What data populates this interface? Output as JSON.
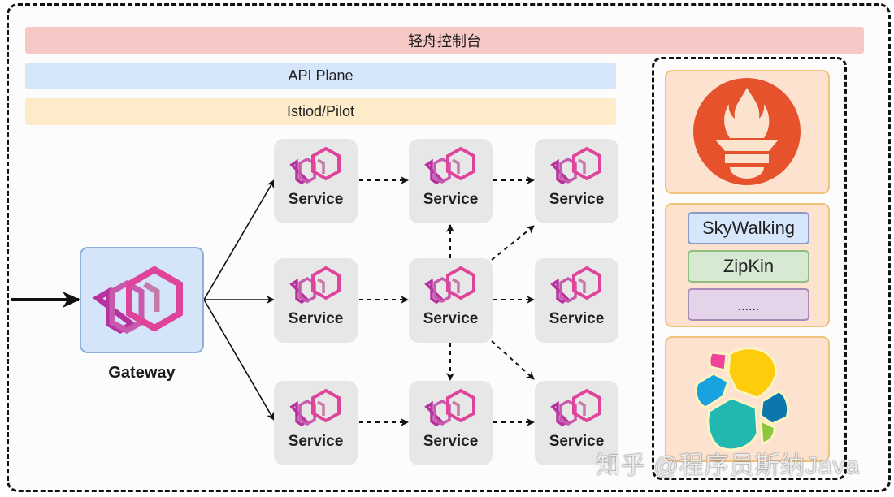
{
  "layers": {
    "console": "轻舟控制台",
    "api_plane": "API Plane",
    "istiod": "Istiod/Pilot"
  },
  "gateway": {
    "label": "Gateway",
    "icon": "envoy-icon"
  },
  "services": [
    {
      "label": "Service",
      "row": 1,
      "col": 1
    },
    {
      "label": "Service",
      "row": 1,
      "col": 2
    },
    {
      "label": "Service",
      "row": 1,
      "col": 3
    },
    {
      "label": "Service",
      "row": 2,
      "col": 1
    },
    {
      "label": "Service",
      "row": 2,
      "col": 2
    },
    {
      "label": "Service",
      "row": 2,
      "col": 3
    },
    {
      "label": "Service",
      "row": 3,
      "col": 1
    },
    {
      "label": "Service",
      "row": 3,
      "col": 2
    },
    {
      "label": "Service",
      "row": 3,
      "col": 3
    }
  ],
  "observability": {
    "metrics": {
      "icon": "prometheus-icon"
    },
    "tracing": [
      {
        "label": "SkyWalking",
        "color": "#d7e7fb"
      },
      {
        "label": "ZipKin",
        "color": "#d6ead3"
      },
      {
        "label": "......",
        "color": "#e3d4ea"
      }
    ],
    "logging": {
      "icon": "elastic-icon"
    }
  },
  "colors": {
    "console": "#f8c8c6",
    "api_plane": "#d5e6fb",
    "istiod": "#fdebc9",
    "envoy": "#e0449a",
    "prometheus": "#e6522c"
  },
  "watermark": "知乎 @程序员斯纳Java"
}
